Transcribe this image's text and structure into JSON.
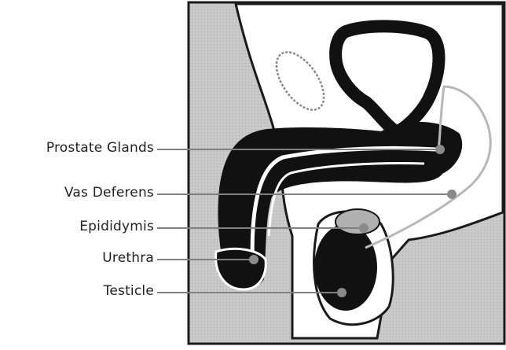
{
  "labels": {
    "prostate_glands": "Prostate Glands",
    "vas_deferens": "Vas Deferens",
    "epididymis": "Epididymis",
    "urethra": "Urethra",
    "testicle": "Testicle"
  },
  "colors": {
    "background": "#ffffff",
    "skin_gray": "#c4c4c4",
    "dark_tissue": "#111111",
    "marker_dot": "#8a8a8a",
    "leader_line": "#808080",
    "outline": "#1a1a1a"
  }
}
